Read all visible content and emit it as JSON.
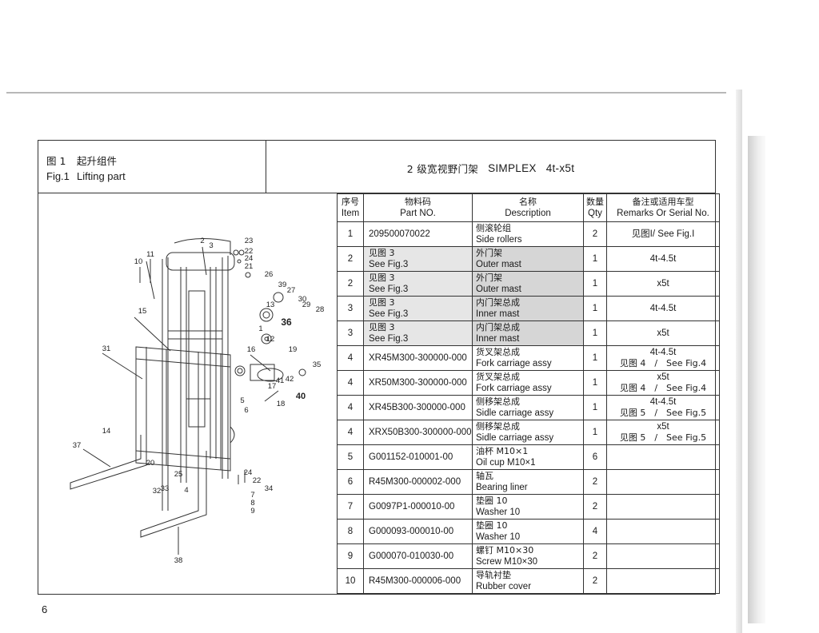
{
  "page_number": "6",
  "figure": {
    "cn_label": "图 1",
    "cn_title": "起升组件",
    "en_label": "Fig.1",
    "en_title": "Lifting part"
  },
  "header": {
    "model_cn": "2 级宽视野门架",
    "model_en": "SIMPLEX",
    "capacity": "4t-x5t"
  },
  "table": {
    "columns": [
      {
        "cn": "序号",
        "en": "Item"
      },
      {
        "cn": "物料码",
        "en": "Part NO."
      },
      {
        "cn": "名称",
        "en": "Description"
      },
      {
        "cn": "数量",
        "en": "Qty"
      },
      {
        "cn": "备注或适用车型",
        "en": "Remarks Or Serial No."
      }
    ],
    "rows": [
      {
        "item": "1",
        "part": "209500070022",
        "part_cn": "",
        "desc_cn": "侧滚轮组",
        "desc_en": "Side rollers",
        "qty": "2",
        "rem1": "见图I/ See Fig.I",
        "rem2": "",
        "shaded": false
      },
      {
        "item": "2",
        "part": "See Fig.3",
        "part_cn": "见图 3",
        "desc_cn": "外门架",
        "desc_en": "Outer mast",
        "qty": "1",
        "rem1": "4t-4.5t",
        "rem2": "",
        "shaded": true
      },
      {
        "item": "2",
        "part": "See Fig.3",
        "part_cn": "见图 3",
        "desc_cn": "外门架",
        "desc_en": "Outer mast",
        "qty": "1",
        "rem1": "x5t",
        "rem2": "",
        "shaded": true
      },
      {
        "item": "3",
        "part": "See Fig.3",
        "part_cn": "见图 3",
        "desc_cn": "内门架总成",
        "desc_en": "Inner mast",
        "qty": "1",
        "rem1": "4t-4.5t",
        "rem2": "",
        "shaded": true
      },
      {
        "item": "3",
        "part": "See Fig.3",
        "part_cn": "见图 3",
        "desc_cn": "内门架总成",
        "desc_en": "Inner mast",
        "qty": "1",
        "rem1": "x5t",
        "rem2": "",
        "shaded": true
      },
      {
        "item": "4",
        "part": "XR45M300-300000-000",
        "part_cn": "",
        "desc_cn": "货叉架总成",
        "desc_en": "Fork carriage assy",
        "qty": "1",
        "rem1": "4t-4.5t",
        "rem2": "见图 4　/　See Fig.4",
        "shaded": false
      },
      {
        "item": "4",
        "part": "XR50M300-300000-000",
        "part_cn": "",
        "desc_cn": "货叉架总成",
        "desc_en": "Fork carriage assy",
        "qty": "1",
        "rem1": "x5t",
        "rem2": "见图 4　/　See Fig.4",
        "shaded": false
      },
      {
        "item": "4",
        "part": "XR45B300-300000-000",
        "part_cn": "",
        "desc_cn": "侧移架总成",
        "desc_en": "Sidle carriage assy",
        "qty": "1",
        "rem1": "4t-4.5t",
        "rem2": "见图 5　/　See Fig.5",
        "shaded": false
      },
      {
        "item": "4",
        "part": "XRX50B300-300000-000",
        "part_cn": "",
        "desc_cn": "侧移架总成",
        "desc_en": "Sidle carriage assy",
        "qty": "1",
        "rem1": "x5t",
        "rem2": "见图 5　/　See Fig.5",
        "shaded": false
      },
      {
        "item": "5",
        "part": "G001152-010001-00",
        "part_cn": "",
        "desc_cn": "油杯 M10×1",
        "desc_en": "Oil cup M10×1",
        "qty": "6",
        "rem1": "",
        "rem2": "",
        "shaded": false
      },
      {
        "item": "6",
        "part": "R45M300-000002-000",
        "part_cn": "",
        "desc_cn": "轴瓦",
        "desc_en": "Bearing liner",
        "qty": "2",
        "rem1": "",
        "rem2": "",
        "shaded": false
      },
      {
        "item": "7",
        "part": "G0097P1-000010-00",
        "part_cn": "",
        "desc_cn": "垫圈 10",
        "desc_en": "Washer 10",
        "qty": "2",
        "rem1": "",
        "rem2": "",
        "shaded": false
      },
      {
        "item": "8",
        "part": "G000093-000010-00",
        "part_cn": "",
        "desc_cn": "垫圈 10",
        "desc_en": "Washer 10",
        "qty": "4",
        "rem1": "",
        "rem2": "",
        "shaded": false
      },
      {
        "item": "9",
        "part": "G000070-010030-00",
        "part_cn": "",
        "desc_cn": "螺钉 M10×30",
        "desc_en": "Screw M10×30",
        "qty": "2",
        "rem1": "",
        "rem2": "",
        "shaded": false
      },
      {
        "item": "10",
        "part": "R45M300-000006-000",
        "part_cn": "",
        "desc_cn": "导轨衬垫",
        "desc_en": "Rubber cover",
        "qty": "2",
        "rem1": "",
        "rem2": "",
        "shaded": false
      }
    ]
  },
  "drawing_callouts": [
    "2",
    "3",
    "11",
    "10",
    "23",
    "22",
    "24",
    "21",
    "26",
    "39",
    "27",
    "30",
    "29",
    "28",
    "15",
    "13",
    "36",
    "1",
    "12",
    "16",
    "19",
    "31",
    "35",
    "17",
    "41",
    "42",
    "5",
    "6",
    "18",
    "40",
    "14",
    "37",
    "20",
    "25",
    "24",
    "22",
    "34",
    "32",
    "33",
    "4",
    "7",
    "8",
    "9",
    "38"
  ]
}
